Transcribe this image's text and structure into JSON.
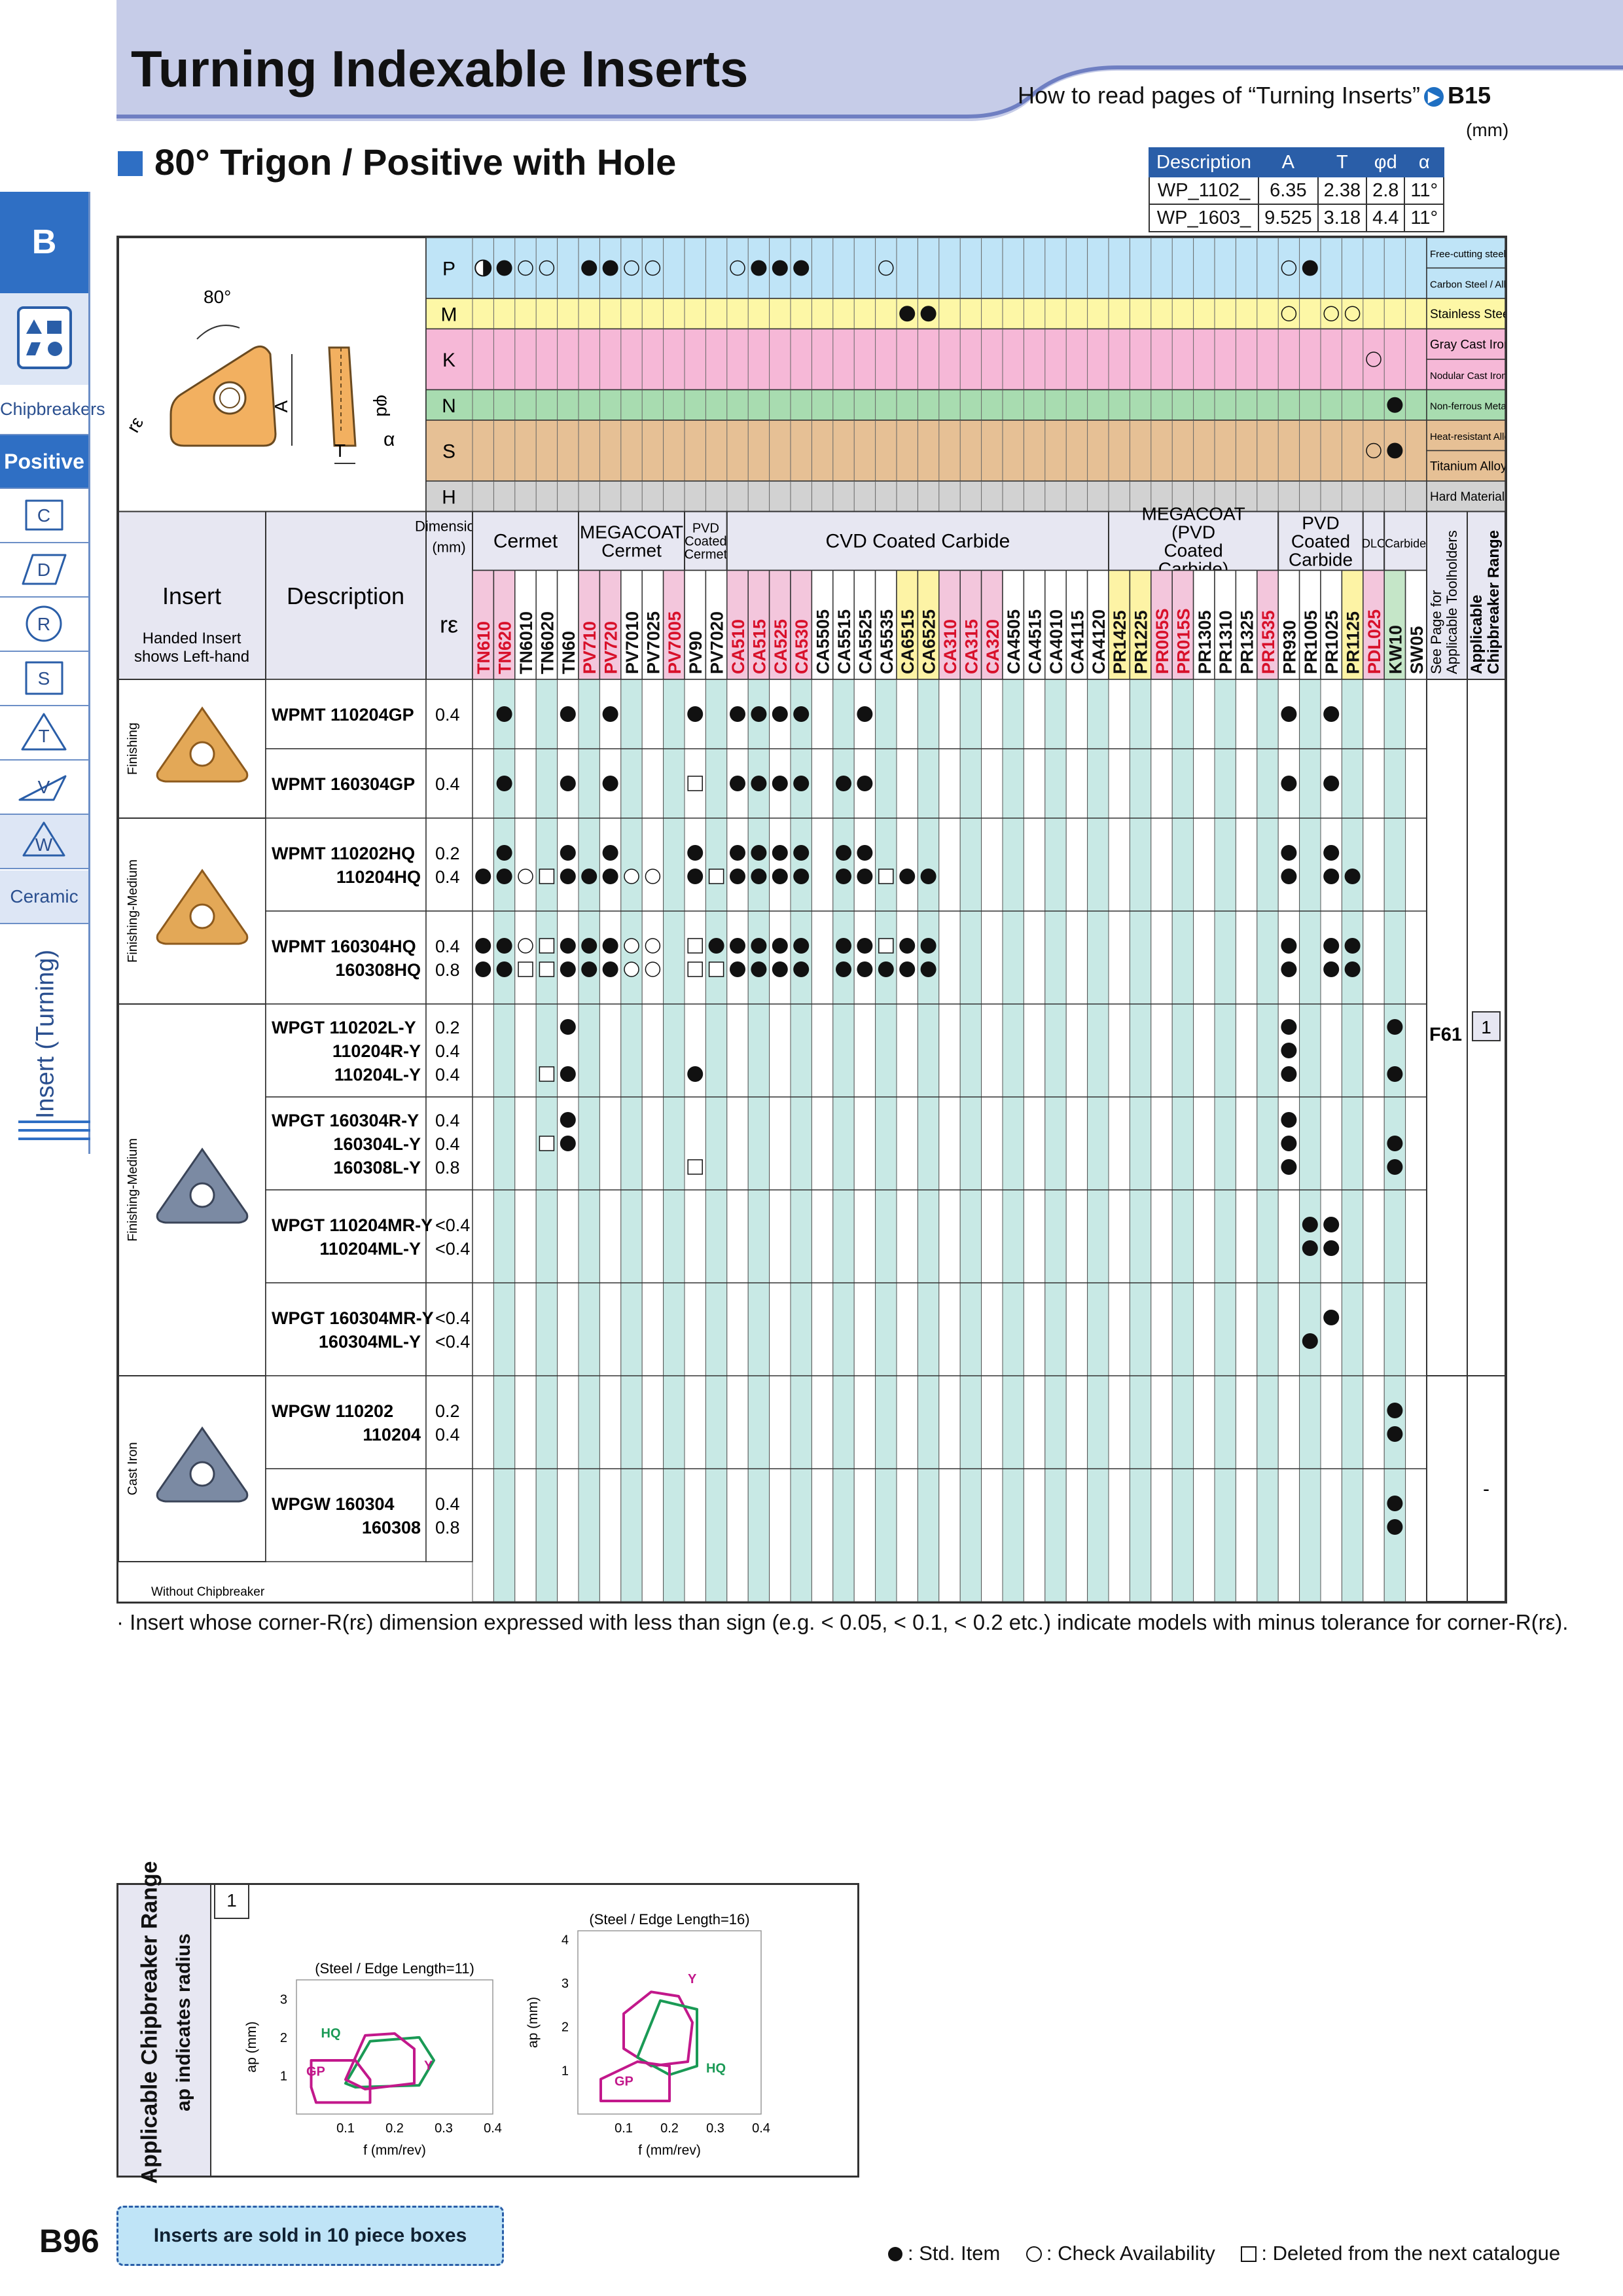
{
  "header": {
    "title": "Turning Indexable Inserts",
    "howto_text": "How to read pages of “Turning Inserts”",
    "howto_ref": "B15",
    "unit": "(mm)"
  },
  "section_title": "80° Trigon / Positive with Hole",
  "dims_table": {
    "headers": [
      "Description",
      "A",
      "T",
      "φd",
      "α"
    ],
    "rows": [
      [
        "WP_1102_",
        "6.35",
        "2.38",
        "2.8",
        "11°"
      ],
      [
        "WP_1603_",
        "9.525",
        "3.18",
        "4.4",
        "11°"
      ]
    ]
  },
  "sidebar": {
    "letter": "B",
    "chipbreakers": "Chipbreakers",
    "positive": "Positive",
    "shapes": [
      "C",
      "D",
      "R",
      "S",
      "T",
      "V",
      "W"
    ],
    "ceramic": "Ceramic",
    "vertical": "Insert (Turning)"
  },
  "diagram_labels": {
    "angle": "80°",
    "a": "A",
    "re": "rε",
    "t": "T",
    "d": "φd",
    "alpha": "α"
  },
  "materials": [
    {
      "code": "P",
      "color": "#bfe4f7",
      "labels": [
        "Free-cutting steel",
        "Carbon Steel / Alloy Steel"
      ]
    },
    {
      "code": "M",
      "color": "#fdf7a6",
      "labels": [
        "Stainless Steel"
      ]
    },
    {
      "code": "K",
      "color": "#f6b8d7",
      "labels": [
        "Gray Cast Iron",
        "Nodular Cast Iron"
      ]
    },
    {
      "code": "N",
      "color": "#a8dcb0",
      "labels": [
        "Non-ferrous Metals"
      ]
    },
    {
      "code": "S",
      "color": "#e6c095",
      "labels": [
        "Heat-resistant Alloys",
        "Titanium Alloys"
      ]
    },
    {
      "code": "H",
      "color": "#d2d2d2",
      "labels": [
        "Hard Materials"
      ]
    }
  ],
  "groups": [
    {
      "label": "Cermet",
      "from": 0,
      "to": 4
    },
    {
      "label": "MEGACOAT Cermet",
      "from": 5,
      "to": 9
    },
    {
      "label": "PVD Coated Cermet",
      "from": 10,
      "to": 11
    },
    {
      "label": "CVD Coated Carbide",
      "from": 12,
      "to": 29
    },
    {
      "label": "MEGACOAT (PVD Coated Carbide)",
      "from": 30,
      "to": 37
    },
    {
      "label": "PVD Coated Carbide",
      "from": 38,
      "to": 41
    },
    {
      "label": "DLC",
      "from": 42,
      "to": 42
    },
    {
      "label": "Carbide",
      "from": 43,
      "to": 44
    }
  ],
  "header_labels": {
    "insert": "Insert",
    "handed": "Handed Insert shows Left-hand",
    "description": "Description",
    "dimension": "Dimension (mm)",
    "re": "rε",
    "see_page": "See Page for Applicable Toolholders",
    "chip_range": "Applicable Chipbreaker Range"
  },
  "grades": [
    {
      "name": "TN610",
      "red": true
    },
    {
      "name": "TN620",
      "red": true
    },
    {
      "name": "TN6010",
      "red": false
    },
    {
      "name": "TN6020",
      "red": false
    },
    {
      "name": "TN60",
      "red": false
    },
    {
      "name": "PV710",
      "red": true
    },
    {
      "name": "PV720",
      "red": true
    },
    {
      "name": "PV7010",
      "red": false
    },
    {
      "name": "PV7025",
      "red": false
    },
    {
      "name": "PV7005",
      "red": true
    },
    {
      "name": "PV90",
      "red": false
    },
    {
      "name": "PV7020",
      "red": false
    },
    {
      "name": "CA510",
      "red": true
    },
    {
      "name": "CA515",
      "red": true
    },
    {
      "name": "CA525",
      "red": true
    },
    {
      "name": "CA530",
      "red": true
    },
    {
      "name": "CA5505",
      "red": false
    },
    {
      "name": "CA5515",
      "red": false
    },
    {
      "name": "CA5525",
      "red": false
    },
    {
      "name": "CA5535",
      "red": false
    },
    {
      "name": "CA6515",
      "red": false
    },
    {
      "name": "CA6525",
      "red": false
    },
    {
      "name": "CA310",
      "red": true
    },
    {
      "name": "CA315",
      "red": true
    },
    {
      "name": "CA320",
      "red": true
    },
    {
      "name": "CA4505",
      "red": false
    },
    {
      "name": "CA4515",
      "red": false
    },
    {
      "name": "CA4010",
      "red": false
    },
    {
      "name": "CA4115",
      "red": false
    },
    {
      "name": "CA4120",
      "red": false
    },
    {
      "name": "PR1425",
      "red": false
    },
    {
      "name": "PR1225",
      "red": false
    },
    {
      "name": "PR005S",
      "red": true
    },
    {
      "name": "PR015S",
      "red": true
    },
    {
      "name": "PR1305",
      "red": false
    },
    {
      "name": "PR1310",
      "red": false
    },
    {
      "name": "PR1325",
      "red": false
    },
    {
      "name": "PR1535",
      "red": true
    },
    {
      "name": "PR930",
      "red": false
    },
    {
      "name": "PR1005",
      "red": false
    },
    {
      "name": "PR1025",
      "red": false
    },
    {
      "name": "PR1125",
      "red": false
    },
    {
      "name": "PDL025",
      "red": true
    },
    {
      "name": "KW10",
      "red": false
    },
    {
      "name": "SW05",
      "red": false
    }
  ],
  "col_colors": {
    "0": "#f3c6dc",
    "1": "#f3c6dc",
    "5": "#f3c6dc",
    "6": "#f3c6dc",
    "9": "#f3c6dc",
    "12": "#f3c6dc",
    "13": "#f3c6dc",
    "14": "#f3c6dc",
    "15": "#f3c6dc",
    "20": "#fdf3a5",
    "21": "#fdf3a5",
    "22": "#f3c6dc",
    "23": "#f3c6dc",
    "24": "#f3c6dc",
    "30": "#fdf3a5",
    "31": "#fdf3a5",
    "32": "#f3c6dc",
    "33": "#f3c6dc",
    "37": "#f3c6dc",
    "41": "#fdf3a5",
    "42": "#f3c6dc",
    "43": "#c5e6c8"
  },
  "material_marks": {
    "P": {
      "0": "mix",
      "1": "std",
      "2": "open",
      "3": "open",
      "5": "std",
      "6": "std",
      "7": "open",
      "8": "open",
      "12": "open",
      "13": "std",
      "14": "std",
      "15": "std",
      "19": "open",
      "38": "open",
      "39": "std"
    },
    "M": {
      "20": "std",
      "21": "std",
      "38": "open",
      "40": "open",
      "41": "open"
    },
    "K": {
      "42": "open"
    },
    "N": {
      "43": "std"
    },
    "S": {
      "42": "open",
      "43": "std"
    },
    "H": {}
  },
  "sections": [
    {
      "name": "Finishing",
      "rows": [
        0,
        1
      ]
    },
    {
      "name": "Finishing-Medium",
      "rows": [
        2,
        3
      ]
    },
    {
      "name": "Finishing-Medium",
      "rows": [
        4,
        5,
        6,
        7
      ]
    },
    {
      "name": "Cast Iron",
      "rows": [
        8,
        9
      ]
    }
  ],
  "without_chipbreaker": "Without Chipbreaker",
  "products": [
    {
      "desc": [
        "WPMT 110204GP"
      ],
      "re": [
        "0.4"
      ],
      "marks": [
        {
          "1": "std",
          "4": "std",
          "6": "std",
          "10": "std",
          "12": "std",
          "13": "std",
          "14": "std",
          "15": "std",
          "18": "std",
          "38": "std",
          "40": "std"
        }
      ]
    },
    {
      "desc": [
        "WPMT 160304GP"
      ],
      "re": [
        "0.4"
      ],
      "marks": [
        {
          "1": "std",
          "4": "std",
          "6": "std",
          "10": "del",
          "12": "std",
          "13": "std",
          "14": "std",
          "15": "std",
          "17": "std",
          "18": "std",
          "38": "std",
          "40": "std"
        }
      ]
    },
    {
      "desc": [
        "WPMT 110202HQ",
        "110204HQ"
      ],
      "re": [
        "0.2",
        "0.4"
      ],
      "marks": [
        {
          "1": "std",
          "4": "std",
          "6": "std",
          "10": "std",
          "12": "std",
          "13": "std",
          "14": "std",
          "15": "std",
          "17": "std",
          "18": "std",
          "38": "std",
          "40": "std"
        },
        {
          "0": "std",
          "1": "std",
          "2": "open",
          "3": "del",
          "4": "std",
          "5": "std",
          "6": "std",
          "7": "open",
          "8": "open",
          "10": "std",
          "11": "del",
          "12": "std",
          "13": "std",
          "14": "std",
          "15": "std",
          "17": "std",
          "18": "std",
          "19": "del",
          "20": "std",
          "21": "std",
          "38": "std",
          "40": "std",
          "41": "std"
        }
      ]
    },
    {
      "desc": [
        "WPMT 160304HQ",
        "160308HQ"
      ],
      "re": [
        "0.4",
        "0.8"
      ],
      "marks": [
        {
          "0": "std",
          "1": "std",
          "2": "open",
          "3": "del",
          "4": "std",
          "5": "std",
          "6": "std",
          "7": "open",
          "8": "open",
          "10": "del",
          "11": "std",
          "12": "std",
          "13": "std",
          "14": "std",
          "15": "std",
          "17": "std",
          "18": "std",
          "19": "del",
          "20": "std",
          "21": "std",
          "38": "std",
          "40": "std",
          "41": "std"
        },
        {
          "0": "std",
          "1": "std",
          "2": "del",
          "3": "del",
          "4": "std",
          "5": "std",
          "6": "std",
          "7": "open",
          "8": "open",
          "10": "del",
          "11": "del",
          "12": "std",
          "13": "std",
          "14": "std",
          "15": "std",
          "17": "std",
          "18": "std",
          "19": "std",
          "20": "std",
          "21": "std",
          "38": "std",
          "40": "std",
          "41": "std"
        }
      ]
    },
    {
      "desc": [
        "WPGT 110202L-Y",
        "110204R-Y",
        "110204L-Y"
      ],
      "re": [
        "0.2",
        "0.4",
        "0.4"
      ],
      "marks": [
        {
          "4": "std",
          "38": "std",
          "43": "std"
        },
        {
          "38": "std"
        },
        {
          "3": "del",
          "4": "std",
          "10": "std",
          "38": "std",
          "43": "std"
        }
      ]
    },
    {
      "desc": [
        "WPGT 160304R-Y",
        "160304L-Y",
        "160308L-Y"
      ],
      "re": [
        "0.4",
        "0.4",
        "0.8"
      ],
      "marks": [
        {
          "4": "std",
          "38": "std"
        },
        {
          "3": "del",
          "4": "std",
          "38": "std",
          "43": "std"
        },
        {
          "10": "del",
          "38": "std",
          "43": "std"
        }
      ]
    },
    {
      "desc": [
        "WPGT 110204MR-Y",
        "110204ML-Y"
      ],
      "re": [
        "<0.4",
        "<0.4"
      ],
      "marks": [
        {
          "39": "std",
          "40": "std"
        },
        {
          "39": "std",
          "40": "std"
        }
      ]
    },
    {
      "desc": [
        "WPGT 160304MR-Y",
        "160304ML-Y"
      ],
      "re": [
        "<0.4",
        "<0.4"
      ],
      "marks": [
        {
          "40": "std"
        },
        {
          "39": "std"
        }
      ]
    },
    {
      "desc": [
        "WPGW 110202",
        "110204"
      ],
      "re": [
        "0.2",
        "0.4"
      ],
      "marks": [
        {
          "43": "std"
        },
        {
          "43": "std"
        }
      ]
    },
    {
      "desc": [
        "WPGW 160304",
        "160308"
      ],
      "re": [
        "0.4",
        "0.8"
      ],
      "marks": [
        {
          "43": "std"
        },
        {
          "43": "std"
        }
      ]
    }
  ],
  "see_page": [
    "F61",
    "-"
  ],
  "chip_ref": "1",
  "footnote": "· Insert whose corner-R(rε) dimension expressed with less than sign (e.g. < 0.05, < 0.1, < 0.2 etc.) indicate models with minus tolerance for corner-R(rε).",
  "chip_box": {
    "title": "Applicable Chipbreaker Range",
    "subtitle": "ap indicates radius",
    "ref": "1",
    "charts": [
      {
        "title": "(Steel / Edge Length=11)",
        "ylabel": "ap (mm)",
        "xlabel": "f (mm/rev)",
        "xticks": [
          "0.1",
          "0.2",
          "0.3",
          "0.4"
        ],
        "yticks": [
          "1",
          "2",
          "3"
        ],
        "ymax": 3.5,
        "regions": [
          {
            "name": "HQ",
            "color": "#1a9a55",
            "points": [
              [
                0.1,
                0.8
              ],
              [
                0.15,
                1.9
              ],
              [
                0.25,
                2.0
              ],
              [
                0.28,
                1.4
              ],
              [
                0.25,
                0.75
              ],
              [
                0.12,
                0.7
              ]
            ]
          },
          {
            "name": "Y",
            "color": "#c2188b",
            "points": [
              [
                0.1,
                0.9
              ],
              [
                0.14,
                2.05
              ],
              [
                0.2,
                2.1
              ],
              [
                0.24,
                1.7
              ],
              [
                0.24,
                0.8
              ],
              [
                0.14,
                0.65
              ]
            ]
          },
          {
            "name": "GP",
            "color": "#c2188b",
            "points": [
              [
                0.03,
                0.7
              ],
              [
                0.03,
                1.4
              ],
              [
                0.12,
                1.4
              ],
              [
                0.15,
                0.9
              ],
              [
                0.15,
                0.3
              ],
              [
                0.04,
                0.3
              ]
            ]
          }
        ],
        "label_pos": {
          "HQ": [
            0.05,
            2.0
          ],
          "Y": [
            0.26,
            1.15
          ],
          "GP": [
            0.02,
            1.0
          ]
        }
      },
      {
        "title": "(Steel / Edge Length=16)",
        "ylabel": "ap (mm)",
        "xlabel": "f (mm/rev)",
        "xticks": [
          "0.1",
          "0.2",
          "0.3",
          "0.4"
        ],
        "yticks": [
          "1",
          "2",
          "3",
          "4"
        ],
        "ymax": 4.2,
        "regions": [
          {
            "name": "Y",
            "color": "#c2188b",
            "points": [
              [
                0.1,
                1.5
              ],
              [
                0.1,
                2.3
              ],
              [
                0.16,
                2.8
              ],
              [
                0.22,
                2.7
              ],
              [
                0.25,
                2.1
              ],
              [
                0.24,
                1.2
              ],
              [
                0.16,
                1.1
              ]
            ]
          },
          {
            "name": "HQ",
            "color": "#1a9a55",
            "points": [
              [
                0.13,
                1.3
              ],
              [
                0.18,
                2.6
              ],
              [
                0.26,
                2.4
              ],
              [
                0.26,
                1.1
              ],
              [
                0.2,
                0.9
              ]
            ]
          },
          {
            "name": "GP",
            "color": "#c2188b",
            "points": [
              [
                0.05,
                0.8
              ],
              [
                0.05,
                0.3
              ],
              [
                0.2,
                0.3
              ],
              [
                0.2,
                1.1
              ],
              [
                0.13,
                1.2
              ]
            ]
          }
        ],
        "label_pos": {
          "Y": [
            0.24,
            3.0
          ],
          "HQ": [
            0.28,
            0.95
          ],
          "GP": [
            0.08,
            0.65
          ]
        }
      }
    ]
  },
  "sold_note": "Inserts are sold in 10 piece boxes",
  "page_number": "B96",
  "legend": {
    "std": ": Std. Item",
    "check": ": Check Availability",
    "del": ": Deleted from the next catalogue"
  }
}
